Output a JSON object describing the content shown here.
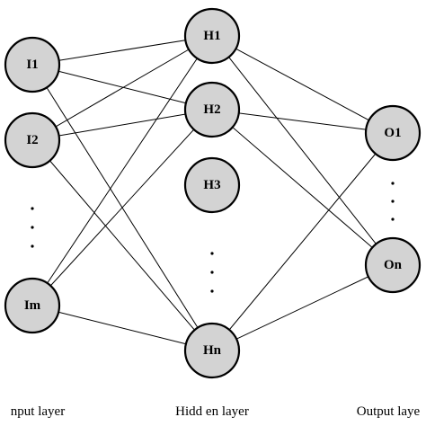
{
  "nodes": {
    "I1": "I1",
    "I2": "I2",
    "Im": "Im",
    "H1": "H1",
    "H2": "H2",
    "H3": "H3",
    "Hn": "Hn",
    "O1": "O1",
    "On": "On"
  },
  "layers": {
    "input": "nput layer",
    "hidden": "Hidd en layer",
    "output": "Output laye"
  },
  "colors": {
    "node_fill": "#d3d3d3",
    "stroke": "#000000",
    "background": "#ffffff"
  }
}
